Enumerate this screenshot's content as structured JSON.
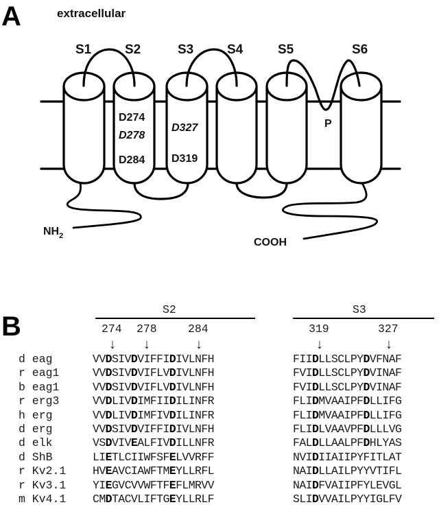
{
  "panelA": {
    "label": "A",
    "region_label": "extracellular",
    "segments": [
      "S1",
      "S2",
      "S3",
      "S4",
      "S5",
      "S6"
    ],
    "pore_label": "P",
    "n_terminus": "NH",
    "n_terminus_sub": "2",
    "c_terminus": "COOH",
    "residues_S2": [
      {
        "text": "D274",
        "italic": false
      },
      {
        "text": "D278",
        "italic": true
      },
      {
        "text": "D284",
        "italic": false
      }
    ],
    "residues_S3": [
      {
        "text": "D327",
        "italic": true
      },
      {
        "text": "D319",
        "italic": false
      }
    ]
  },
  "panelB": {
    "label": "B",
    "s2_header": "S2",
    "s3_header": "S3",
    "s2_positions": [
      "274",
      "278",
      "284"
    ],
    "s3_positions": [
      "319",
      "327"
    ],
    "arrow_glyph": "↓",
    "rows": [
      {
        "species": "d",
        "name": "eag",
        "s2": "VVDSIVDVIFFIDIVLNFH",
        "s2_bold": [
          2,
          6,
          12
        ],
        "s3": "FIIDLLSCLPYDVFNAF",
        "s3_bold": [
          3,
          11
        ]
      },
      {
        "species": "r",
        "name": "eag1",
        "s2": "VVDSIVDVIFLVDIVLNFH",
        "s2_bold": [
          2,
          6,
          12
        ],
        "s3": "FVIDLLSCLPYDVINAF",
        "s3_bold": [
          3,
          11
        ]
      },
      {
        "species": "b",
        "name": "eag1",
        "s2": "VVDSIVDVIFLVDIVLNFH",
        "s2_bold": [
          2,
          6,
          12
        ],
        "s3": "FVIDLLSCLPYDVINAF",
        "s3_bold": [
          3,
          11
        ]
      },
      {
        "species": "r",
        "name": "erg3",
        "s2": "VVDLIVDIMFIIDILINFR",
        "s2_bold": [
          2,
          6,
          12
        ],
        "s3": "FLIDMVAAIPFDLLIFG",
        "s3_bold": [
          3,
          11
        ]
      },
      {
        "species": "h",
        "name": "erg",
        "s2": "VVDLIVDIMFIVDILINFR",
        "s2_bold": [
          2,
          6,
          12
        ],
        "s3": "FLIDMVAAIPFDLLIFG",
        "s3_bold": [
          3,
          11
        ]
      },
      {
        "species": "d",
        "name": "erg",
        "s2": "VVDSIVDVIFFIDIVLNFH",
        "s2_bold": [
          2,
          6,
          12
        ],
        "s3": "FLIDLVAAVPFDLLLVG",
        "s3_bold": [
          3,
          11
        ]
      },
      {
        "species": "d",
        "name": "elk",
        "s2": "VSDVIVEALFIVDILLNFR",
        "s2_bold": [
          2,
          6,
          12
        ],
        "s3": "FALDLLAALPFDHLYAS",
        "s3_bold": [
          3,
          11
        ]
      },
      {
        "species": "d",
        "name": "ShB",
        "s2": "LIETLCIIWFSFELVVRFF",
        "s2_bold": [
          2,
          12
        ],
        "s3": "NVIDIIAIIPYFITLAT",
        "s3_bold": [
          3
        ]
      },
      {
        "species": "r",
        "name": "Kv2.1",
        "s2": "HVEAVCIAWFTMEYLLRFL",
        "s2_bold": [
          2,
          12
        ],
        "s3": "NAIDLLAILPYYVTIFL",
        "s3_bold": [
          3
        ]
      },
      {
        "species": "r",
        "name": "Kv3.1",
        "s2": "YIEGVCVVWFTFEFLMRVV",
        "s2_bold": [
          2,
          12
        ],
        "s3": "NAIDFVAIIPFYLEVGL",
        "s3_bold": [
          3
        ]
      },
      {
        "species": "m",
        "name": "Kv4.1",
        "s2": "CMDTACVLIFTGEYLLRLF",
        "s2_bold": [
          2,
          12
        ],
        "s3": "SLIDVVAILPYYIGLFV",
        "s3_bold": [
          3
        ]
      }
    ]
  }
}
